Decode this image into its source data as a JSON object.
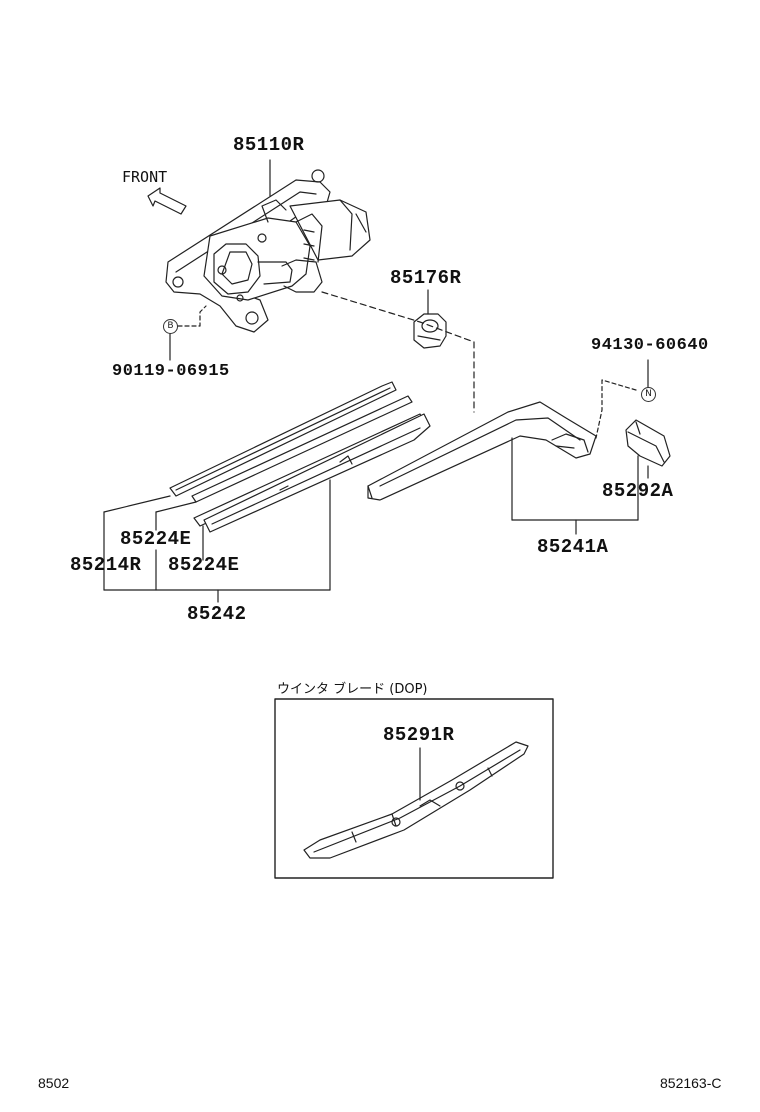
{
  "direction_label": "FRONT",
  "parts": {
    "motor": "85110R",
    "bolt": "90119-06915",
    "cap_grommet": "85176R",
    "nut": "94130-60640",
    "cover": "85292A",
    "arm": "85241A",
    "rubber": "85214R",
    "backing_plate_a": "85224E",
    "backing_plate_b": "85224E",
    "blade": "85242"
  },
  "markers": {
    "bolt": "B",
    "nut": "N"
  },
  "option": {
    "title": "ウインタ ブレード (DOP)",
    "part": "85291R"
  },
  "footer": {
    "left": "8502",
    "right": "852163-C"
  }
}
